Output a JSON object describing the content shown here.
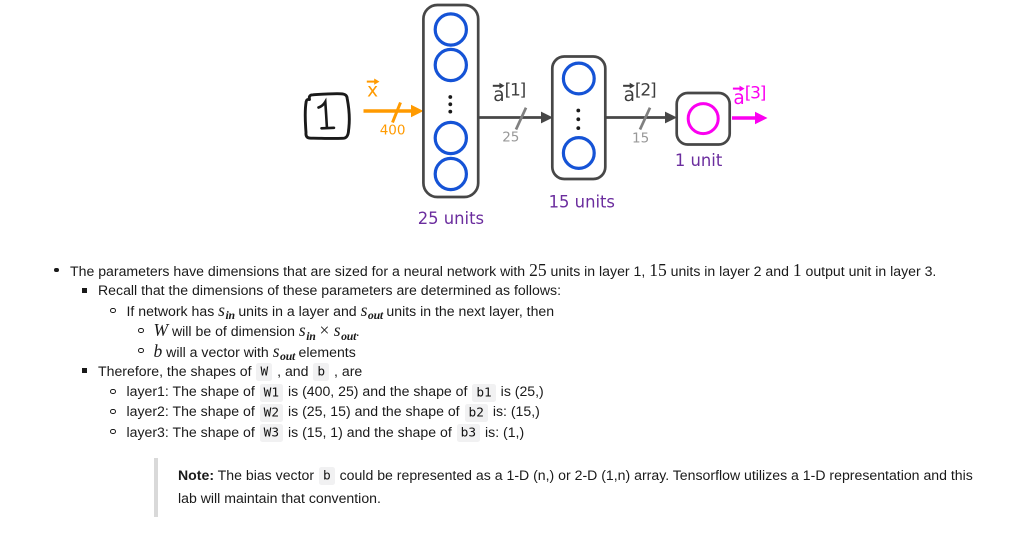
{
  "diagram": {
    "colors": {
      "orange": "#FF9A00",
      "blue": "#1553D6",
      "magenta": "#FB00F0",
      "purple": "#6B2D9E",
      "dark_gray": "#474747",
      "mid_gray": "#808080",
      "num_gray": "#989898",
      "black": "#1a1a1a"
    },
    "input": {
      "digit": "1"
    },
    "x_arrow": {
      "label": "x",
      "count": "400"
    },
    "hidden1": {
      "caption": "25 units"
    },
    "a1": {
      "base": "a",
      "sup": "[1]",
      "count": "25"
    },
    "hidden2": {
      "caption": "15 units"
    },
    "a2": {
      "base": "a",
      "sup": "[2]",
      "count": "15"
    },
    "output": {
      "caption": "1 unit"
    },
    "a3": {
      "base": "a",
      "sup": "[3]"
    }
  },
  "content": {
    "items": [
      {
        "level": 1,
        "bullet": "disc",
        "segments": [
          {
            "t": "text",
            "v": "The parameters have dimensions that are sized for a neural network with "
          },
          {
            "t": "math",
            "v": "25"
          },
          {
            "t": "text",
            "v": " units in layer 1, "
          },
          {
            "t": "math",
            "v": "15"
          },
          {
            "t": "text",
            "v": " units in layer 2 and "
          },
          {
            "t": "math",
            "v": "1"
          },
          {
            "t": "text",
            "v": " output unit in layer 3."
          }
        ]
      },
      {
        "level": 2,
        "bullet": "square",
        "segments": [
          {
            "t": "text",
            "v": "Recall that the dimensions of these parameters are determined as follows:"
          }
        ]
      },
      {
        "level": 3,
        "bullet": "circle",
        "segments": [
          {
            "t": "text",
            "v": "If network has "
          },
          {
            "t": "msub",
            "v": "s",
            "sub": "in"
          },
          {
            "t": "text",
            "v": " units in a layer and "
          },
          {
            "t": "msub",
            "v": "s",
            "sub": "out"
          },
          {
            "t": "text",
            "v": " units in the next layer, then"
          }
        ]
      },
      {
        "level": 4,
        "bullet": "circle",
        "segments": [
          {
            "t": "mi",
            "v": "W"
          },
          {
            "t": "text",
            "v": " will be of dimension "
          },
          {
            "t": "msub",
            "v": "s",
            "sub": "in"
          },
          {
            "t": "math",
            "v": " × "
          },
          {
            "t": "msub",
            "v": "s",
            "sub": "out"
          },
          {
            "t": "text",
            "v": "."
          }
        ]
      },
      {
        "level": 4,
        "bullet": "circle",
        "segments": [
          {
            "t": "mi",
            "v": "b"
          },
          {
            "t": "text",
            "v": " will a vector with "
          },
          {
            "t": "msub",
            "v": "s",
            "sub": "out"
          },
          {
            "t": "text",
            "v": " elements"
          }
        ]
      },
      {
        "level": 2,
        "bullet": "square",
        "segments": [
          {
            "t": "text",
            "v": "Therefore, the shapes of "
          },
          {
            "t": "code",
            "v": "W"
          },
          {
            "t": "text",
            "v": " , and "
          },
          {
            "t": "code",
            "v": "b"
          },
          {
            "t": "text",
            "v": " , are"
          }
        ]
      },
      {
        "level": 3,
        "bullet": "circle",
        "segments": [
          {
            "t": "text",
            "v": "layer1: The shape of "
          },
          {
            "t": "code",
            "v": "W1"
          },
          {
            "t": "text",
            "v": " is (400, 25) and the shape of "
          },
          {
            "t": "code",
            "v": "b1"
          },
          {
            "t": "text",
            "v": " is (25,)"
          }
        ]
      },
      {
        "level": 3,
        "bullet": "circle",
        "segments": [
          {
            "t": "text",
            "v": "layer2: The shape of "
          },
          {
            "t": "code",
            "v": "W2"
          },
          {
            "t": "text",
            "v": " is (25, 15) and the shape of "
          },
          {
            "t": "code",
            "v": "b2"
          },
          {
            "t": "text",
            "v": " is: (15,)"
          }
        ]
      },
      {
        "level": 3,
        "bullet": "circle",
        "segments": [
          {
            "t": "text",
            "v": "layer3: The shape of "
          },
          {
            "t": "code",
            "v": "W3"
          },
          {
            "t": "text",
            "v": " is (15, 1) and the shape of "
          },
          {
            "t": "code",
            "v": "b3"
          },
          {
            "t": "text",
            "v": " is: (1,)"
          }
        ]
      }
    ],
    "note": {
      "label": "Note:",
      "segments": [
        {
          "t": "text",
          "v": " The bias vector "
        },
        {
          "t": "code",
          "v": "b"
        },
        {
          "t": "text",
          "v": " could be represented as a 1-D (n,) or 2-D (1,n) array. Tensorflow utilizes a 1-D representation and this lab will maintain that convention."
        }
      ]
    }
  }
}
